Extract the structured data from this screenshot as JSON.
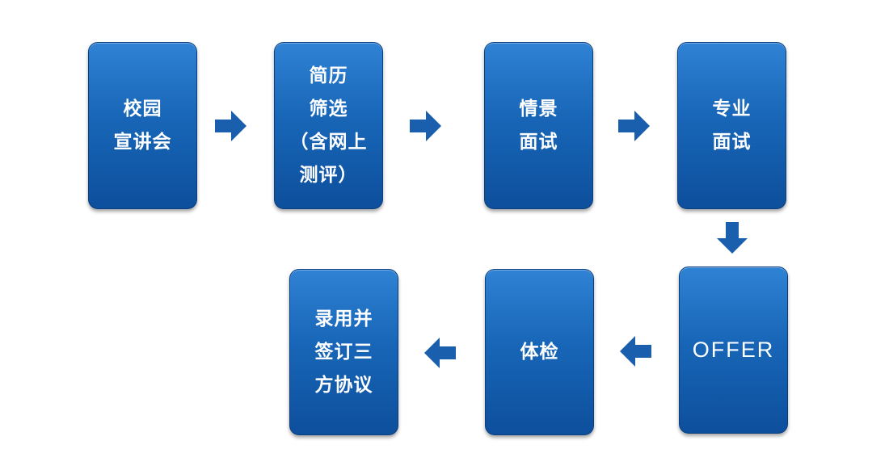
{
  "diagram": {
    "steps": [
      {
        "id": "campus-talk",
        "lines": [
          "校园",
          "宣讲会"
        ]
      },
      {
        "id": "resume-screening",
        "lines": [
          "简历",
          "筛选",
          "（含网上",
          "测评）"
        ]
      },
      {
        "id": "situational-interview",
        "lines": [
          "情景",
          "面试"
        ]
      },
      {
        "id": "professional-interview",
        "lines": [
          "专业",
          "面试"
        ]
      },
      {
        "id": "offer",
        "lines": [
          "OFFER"
        ]
      },
      {
        "id": "physical-exam",
        "lines": [
          "体检"
        ]
      },
      {
        "id": "hire-sign-agreement",
        "lines": [
          "录用并",
          "签订三",
          "方协议"
        ]
      }
    ],
    "colors": {
      "card_top": "#2f82d4",
      "card_bottom": "#0d4f9c",
      "arrow": "#1a5fae",
      "text": "#ffffff"
    },
    "arrow_directions": [
      "right",
      "right",
      "right",
      "down",
      "left",
      "left"
    ]
  }
}
